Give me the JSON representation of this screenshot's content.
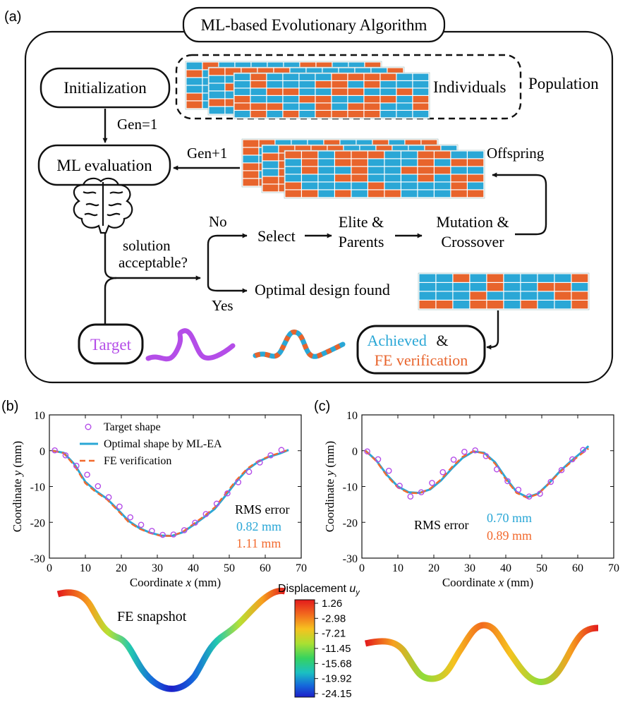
{
  "panel_a": {
    "label": "(a)",
    "title": "ML-based Evolutionary Algorithm",
    "initialization": "Initialization",
    "gen1": "Gen=1",
    "ml_evaluation": "ML evaluation",
    "gen_plus": "Gen+1",
    "individuals": "Individuals",
    "population": "Population",
    "offspring": "Offspring",
    "no": "No",
    "yes": "Yes",
    "solution_line1": "solution",
    "solution_line2": "acceptable?",
    "select": "Select",
    "elite_line1": "Elite &",
    "elite_line2": "Parents",
    "mutation_line1": "Mutation &",
    "mutation_line2": "Crossover",
    "optimal": "Optimal design found",
    "target": "Target",
    "achieved": "Achieved",
    "amp": "&",
    "fe_verification": "FE verification",
    "colors": {
      "blue": "#2aa7d6",
      "orange": "#e8642c",
      "purple": "#b44de8"
    }
  },
  "chart_data": [
    {
      "type": "line",
      "panel_label": "(b)",
      "xlabel_prefix": "Coordinate ",
      "xlabel_var": "x",
      "xlabel_unit": " (mm)",
      "ylabel_prefix": "Coordinate ",
      "ylabel_var": "y",
      "ylabel_unit": " (mm)",
      "xlim": [
        0,
        70
      ],
      "ylim": [
        -30,
        10
      ],
      "xticks": [
        0,
        10,
        20,
        30,
        40,
        50,
        60,
        70
      ],
      "yticks": [
        -30,
        -20,
        -10,
        0,
        10
      ],
      "legend": [
        "Target shape",
        "Optimal shape by ML-EA",
        "FE verification"
      ],
      "rms_label": "RMS error",
      "rms_values": [
        "0.82 mm",
        "1.11 mm"
      ],
      "series": [
        {
          "name": "Target shape",
          "x": [
            1.5,
            4.5,
            7.5,
            10.5,
            13.5,
            16.5,
            19.5,
            22.5,
            25.5,
            28.5,
            31.5,
            34.5,
            37.5,
            40.5,
            43.5,
            46.5,
            49.5,
            52.5,
            55.5,
            58.5,
            61.5,
            64.5
          ],
          "y": [
            0.1,
            -1.3,
            -4.2,
            -6.7,
            -9.9,
            -13.0,
            -15.6,
            -18.6,
            -20.7,
            -22.4,
            -23.5,
            -23.4,
            -22.2,
            -20.1,
            -17.7,
            -14.8,
            -11.9,
            -8.8,
            -5.9,
            -3.3,
            -1.3,
            0.2
          ]
        },
        {
          "name": "Optimal shape by ML-EA",
          "x": [
            1,
            4,
            7,
            10,
            13,
            16,
            19,
            22,
            25,
            28,
            31,
            34,
            37,
            40,
            43,
            46,
            49,
            52,
            55,
            58,
            61,
            64,
            66.5
          ],
          "y": [
            0,
            -0.6,
            -3.8,
            -8.7,
            -11.3,
            -13.4,
            -16.4,
            -19.6,
            -21.6,
            -22.9,
            -23.7,
            -23.8,
            -22.8,
            -20.8,
            -18.6,
            -16.2,
            -12.5,
            -8.6,
            -5.3,
            -3.1,
            -1.7,
            -0.8,
            0.2
          ]
        },
        {
          "name": "FE verification",
          "x": [
            1,
            4,
            7,
            10,
            13,
            16,
            19,
            22,
            25,
            28,
            31,
            34,
            37,
            40,
            43,
            46,
            49,
            52,
            55,
            58,
            61,
            64,
            66.5
          ],
          "y": [
            0,
            -0.7,
            -4.2,
            -9.1,
            -11.6,
            -13.6,
            -16.7,
            -19.9,
            -21.8,
            -23.0,
            -23.8,
            -23.8,
            -22.7,
            -20.5,
            -18.3,
            -15.8,
            -12.0,
            -8.2,
            -5.0,
            -2.9,
            -1.6,
            -0.6,
            0.3
          ]
        }
      ]
    },
    {
      "type": "line",
      "panel_label": "(c)",
      "xlabel_prefix": "Coordinate ",
      "xlabel_var": "x",
      "xlabel_unit": " (mm)",
      "ylabel_prefix": "Coordinate ",
      "ylabel_var": "y",
      "ylabel_unit": " (mm)",
      "xlim": [
        0,
        70
      ],
      "ylim": [
        -30,
        10
      ],
      "xticks": [
        0,
        10,
        20,
        30,
        40,
        50,
        60,
        70
      ],
      "yticks": [
        -30,
        -20,
        -10,
        0,
        10
      ],
      "rms_label": "RMS error",
      "rms_values": [
        "0.70 mm",
        "0.89 mm"
      ],
      "series": [
        {
          "name": "Target shape",
          "x": [
            1.5,
            4.5,
            7.5,
            10.5,
            13.5,
            16.5,
            19.5,
            22.5,
            25.5,
            28.5,
            31.5,
            34.5,
            37.5,
            40.5,
            43.5,
            46.5,
            49.5,
            52.5,
            55.5,
            58.5,
            61.5
          ],
          "y": [
            -0.2,
            -2.4,
            -5.6,
            -9.8,
            -12.8,
            -11.6,
            -9.0,
            -6.0,
            -2.5,
            -0.3,
            0.1,
            -1.5,
            -5.2,
            -8.5,
            -10.9,
            -12.8,
            -12.0,
            -8.7,
            -5.4,
            -2.4,
            0.2
          ]
        },
        {
          "name": "Optimal shape by ML-EA",
          "x": [
            1,
            4,
            7,
            10,
            13,
            16,
            19,
            22,
            25,
            28,
            31,
            34,
            37,
            40,
            43,
            46,
            49,
            52,
            55,
            58,
            61,
            63
          ],
          "y": [
            0,
            -2.7,
            -6.8,
            -10.0,
            -11.6,
            -11.8,
            -10.8,
            -8.3,
            -5.0,
            -2.0,
            -0.2,
            -0.6,
            -3.2,
            -7.6,
            -11.5,
            -13.0,
            -12.0,
            -9.1,
            -5.8,
            -3.0,
            -0.5,
            1.3
          ]
        },
        {
          "name": "FE verification",
          "x": [
            1,
            4,
            7,
            10,
            13,
            16,
            19,
            22,
            25,
            28,
            31,
            34,
            37,
            40,
            43,
            46,
            49,
            52,
            55,
            58,
            61,
            63
          ],
          "y": [
            0,
            -2.9,
            -7.1,
            -10.3,
            -11.8,
            -11.9,
            -10.6,
            -8.0,
            -4.6,
            -1.7,
            -0.1,
            -0.8,
            -3.6,
            -8.0,
            -11.8,
            -13.2,
            -12.1,
            -9.2,
            -6.0,
            -3.3,
            -0.9,
            0.6
          ]
        }
      ]
    }
  ],
  "fe": {
    "snapshot_label": "FE snapshot",
    "colorbar_title": "Displacement ",
    "colorbar_var": "u",
    "colorbar_sub": "y",
    "colorbar_ticks": [
      "1.26",
      "-2.98",
      "-7.21",
      "-11.45",
      "-15.68",
      "-19.92",
      "-24.15"
    ],
    "colorbar_colors": [
      "#e31a1c",
      "#f26a1e",
      "#f6c21f",
      "#a9e032",
      "#36d35f",
      "#1bbfc3",
      "#1569db",
      "#1c1fc9"
    ]
  }
}
